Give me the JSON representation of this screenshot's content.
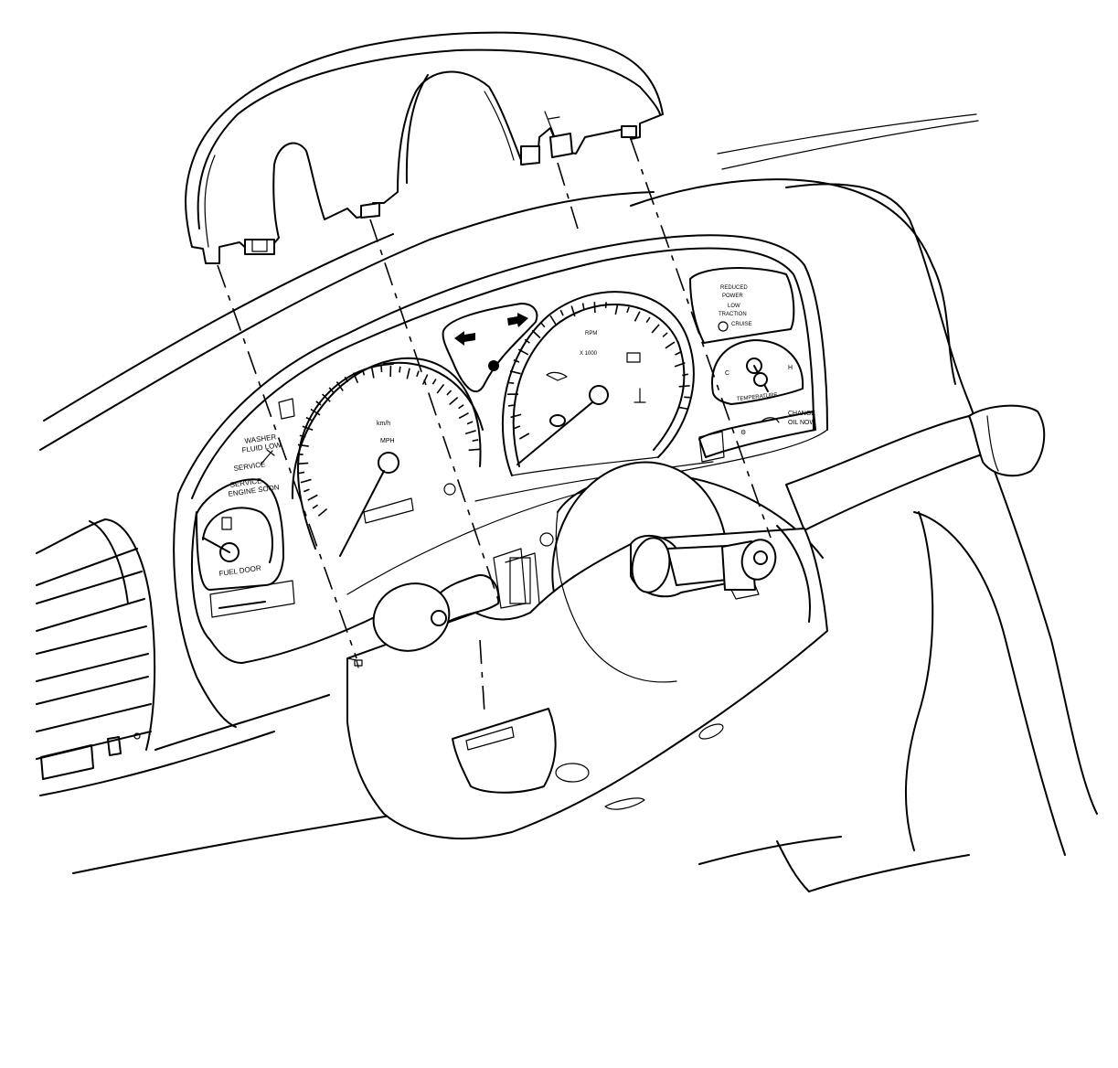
{
  "cluster": {
    "tach": {
      "label1": "RPM",
      "label2": "X 1000"
    },
    "speedo": {
      "unit_label": "MPH",
      "unit_label2": "km/h"
    },
    "fuel": {
      "label": "FUEL DOOR"
    },
    "temp": {
      "label": "TEMPERATURE"
    },
    "warnings_left": [
      "WASHER",
      "FLUID LOW",
      "SERVICE",
      "SERVICE",
      "ENGINE SOON"
    ],
    "warnings_right": [
      "REDUCED",
      "POWER",
      "LOW",
      "TRACTION",
      "CRUISE"
    ],
    "change_oil": [
      "CHANGE",
      "OIL NOW"
    ]
  }
}
